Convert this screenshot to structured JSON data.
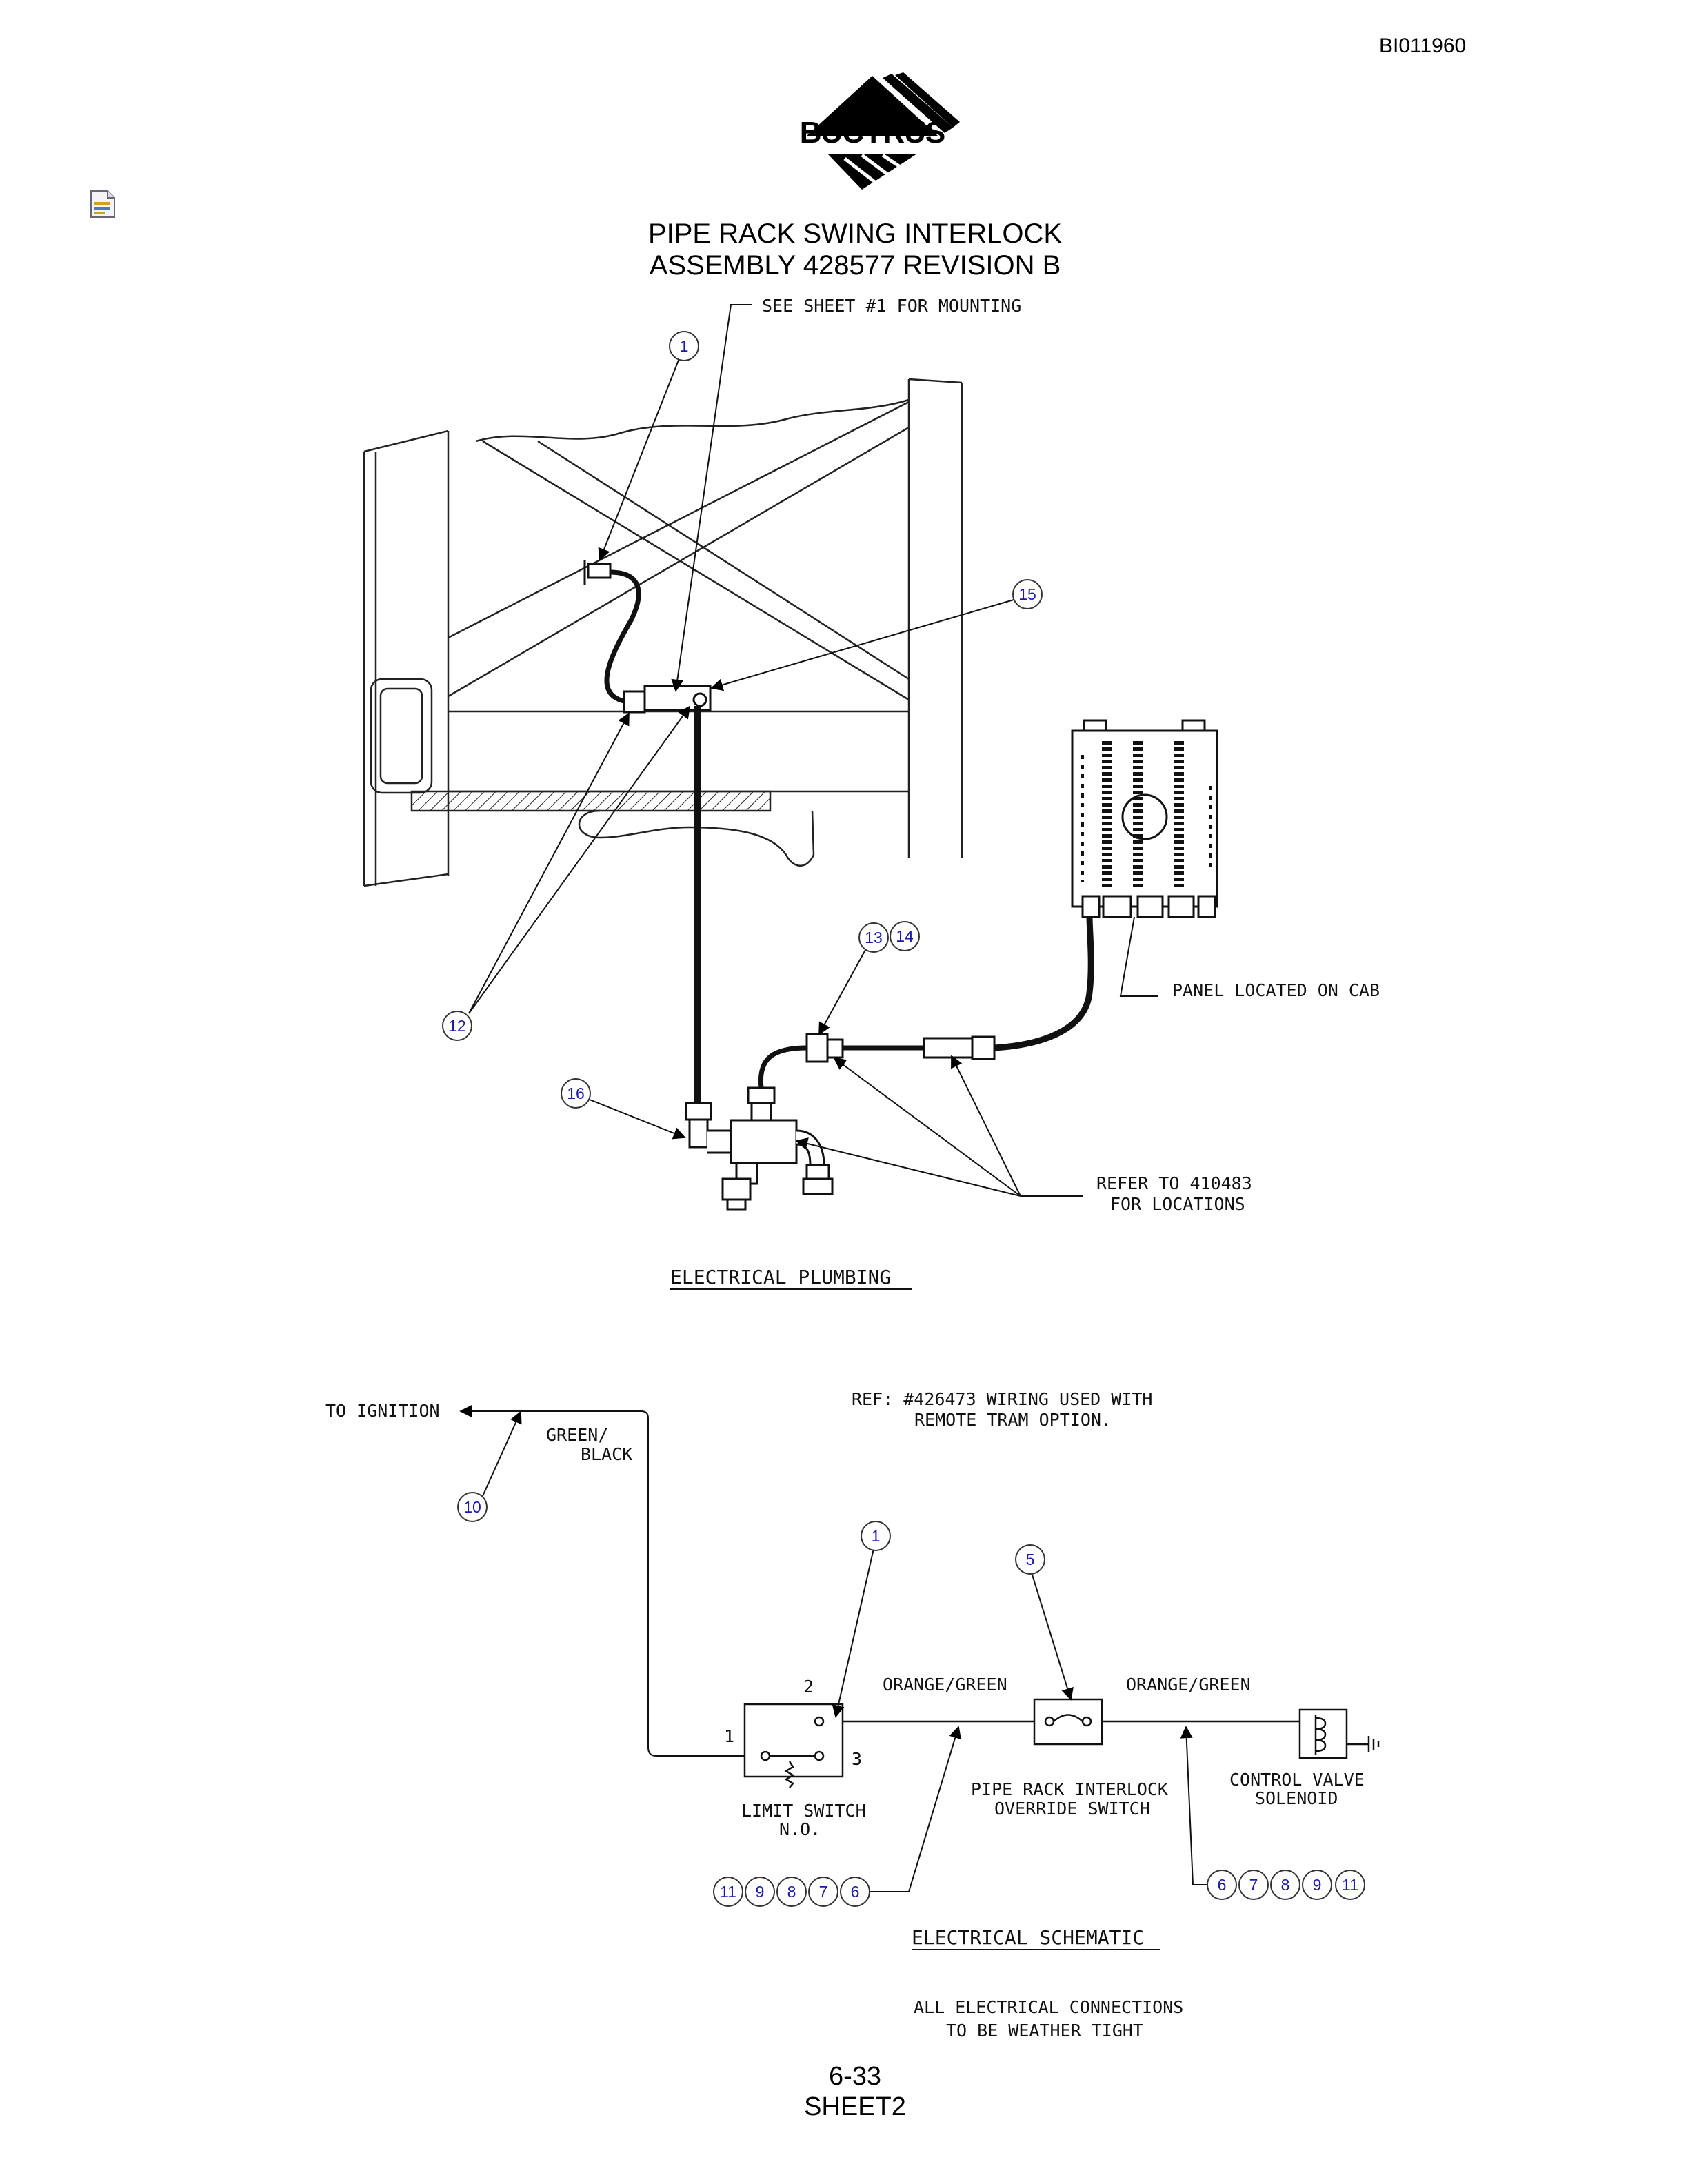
{
  "header": {
    "doc_id": "BI011960",
    "logo_text": "BUCYRUS",
    "title_line1": "PIPE RACK SWING INTERLOCK",
    "title_line2": "ASSEMBLY 428577 REVISION B"
  },
  "plumbing": {
    "note_mount": "SEE SHEET #1 FOR MOUNTING",
    "note_panel": "PANEL LOCATED ON CAB",
    "note_refer_1": "REFER TO 410483",
    "note_refer_2": "FOR LOCATIONS",
    "section_title": "ELECTRICAL PLUMBING",
    "callouts": {
      "c1": "1",
      "c15": "15",
      "c13": "13",
      "c14": "14",
      "c12": "12",
      "c16": "16"
    }
  },
  "schematic": {
    "to_ignition": "TO IGNITION",
    "green_black_1": "GREEN/",
    "green_black_2": "BLACK",
    "ref_1": "REF:   #426473 WIRING USED WITH",
    "ref_2": "REMOTE TRAM OPTION.",
    "wire_left": "ORANGE/GREEN",
    "wire_right": "ORANGE/GREEN",
    "pin1": "1",
    "pin2": "2",
    "pin3": "3",
    "limit_1": "LIMIT SWITCH",
    "limit_2": "N.O.",
    "override_1": "PIPE RACK INTERLOCK",
    "override_2": "OVERRIDE SWITCH",
    "solenoid_1": "CONTROL VALVE",
    "solenoid_2": "SOLENOID",
    "section_title": "ELECTRICAL SCHEMATIC",
    "note_1": "ALL ELECTRICAL CONNECTIONS",
    "note_2": "TO BE WEATHER TIGHT",
    "callouts": {
      "c10": "10",
      "c1": "1",
      "c5": "5",
      "left_group": [
        "11",
        "9",
        "8",
        "7",
        "6"
      ],
      "right_group": [
        "6",
        "7",
        "8",
        "9",
        "11"
      ]
    }
  },
  "footer": {
    "page": "6-33",
    "sheet": "SHEET2"
  }
}
